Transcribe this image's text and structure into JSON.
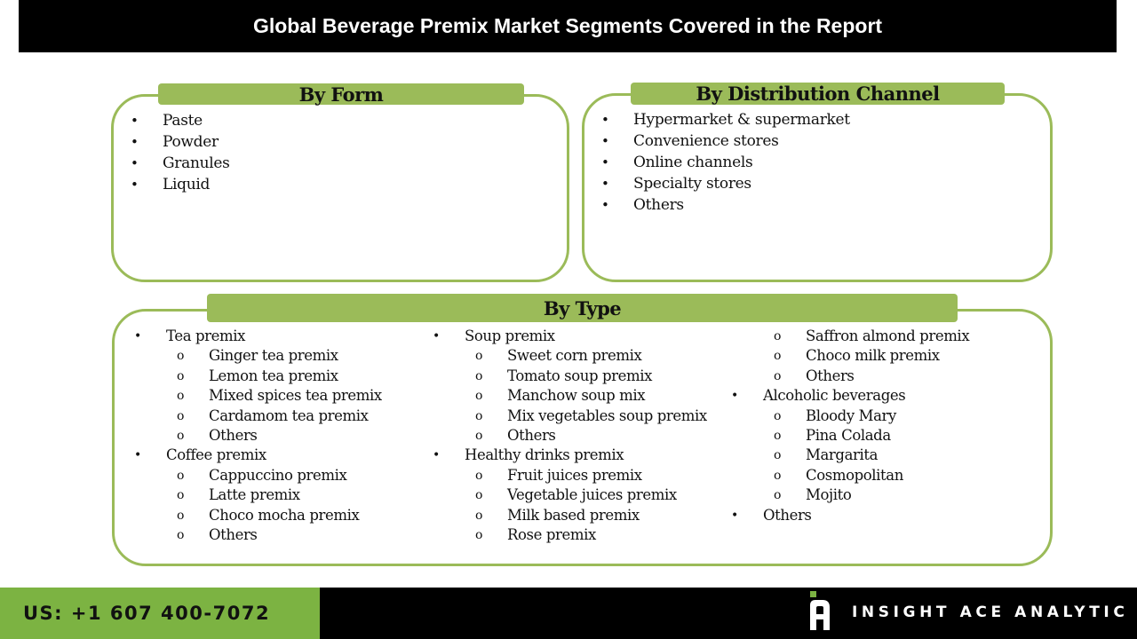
{
  "header": {
    "title": "Global Beverage Premix Market Segments Covered in the Report"
  },
  "colors": {
    "accent_green": "#9bbb59",
    "footer_green": "#7cb342",
    "dark": "#000000"
  },
  "by_form": {
    "title": "By Form",
    "items": [
      "Paste",
      "Powder",
      "Granules",
      "Liquid"
    ]
  },
  "by_distribution_channel": {
    "title": "By Distribution Channel",
    "items": [
      "Hypermarket & supermarket",
      "Convenience stores",
      "Online channels",
      "Specialty stores",
      "Others"
    ]
  },
  "by_type": {
    "title": "By Type",
    "bullet_glyph": "•",
    "sub_bullet_glyph": "o",
    "columns": [
      [
        {
          "level": 1,
          "label": "Tea premix"
        },
        {
          "level": 2,
          "label": "Ginger tea premix"
        },
        {
          "level": 2,
          "label": "Lemon tea premix"
        },
        {
          "level": 2,
          "label": "Mixed spices tea premix"
        },
        {
          "level": 2,
          "label": "Cardamom tea premix"
        },
        {
          "level": 2,
          "label": "Others"
        },
        {
          "level": 1,
          "label": "Coffee premix"
        },
        {
          "level": 2,
          "label": "Cappuccino premix"
        },
        {
          "level": 2,
          "label": "Latte premix"
        },
        {
          "level": 2,
          "label": "Choco mocha premix"
        },
        {
          "level": 2,
          "label": "Others"
        }
      ],
      [
        {
          "level": 1,
          "label": "Soup premix"
        },
        {
          "level": 2,
          "label": "Sweet corn premix"
        },
        {
          "level": 2,
          "label": "Tomato soup premix"
        },
        {
          "level": 2,
          "label": "Manchow soup mix"
        },
        {
          "level": 2,
          "label": "Mix vegetables soup premix"
        },
        {
          "level": 2,
          "label": "Others"
        },
        {
          "level": 1,
          "label": "Healthy drinks premix"
        },
        {
          "level": 2,
          "label": "Fruit juices premix"
        },
        {
          "level": 2,
          "label": "Vegetable juices premix"
        },
        {
          "level": 2,
          "label": "Milk based premix"
        },
        {
          "level": 2,
          "label": "Rose premix"
        }
      ],
      [
        {
          "level": 2,
          "label": "Saffron almond premix"
        },
        {
          "level": 2,
          "label": "Choco milk premix"
        },
        {
          "level": 2,
          "label": "Others"
        },
        {
          "level": 1,
          "label": "Alcoholic beverages"
        },
        {
          "level": 2,
          "label": "Bloody Mary"
        },
        {
          "level": 2,
          "label": "Pina Colada"
        },
        {
          "level": 2,
          "label": "Margarita"
        },
        {
          "level": 2,
          "label": "Cosmopolitan"
        },
        {
          "level": 2,
          "label": "Mojito"
        },
        {
          "level": 1,
          "label": "Others"
        }
      ]
    ]
  },
  "footer": {
    "phone": "US: +1 607 400-7072",
    "brand": "INSIGHT ACE ANALYTIC",
    "logo_icon": "insight-ace-logo"
  }
}
